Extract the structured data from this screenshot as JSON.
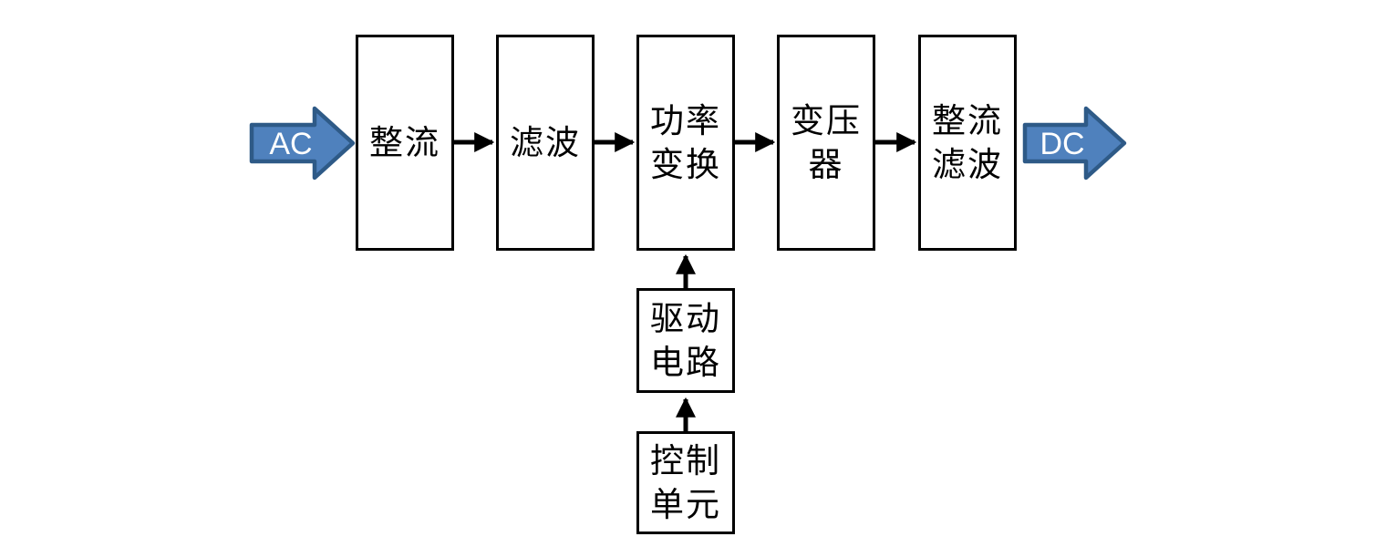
{
  "diagram": {
    "description": "Switching power supply block diagram: AC input through rectifier, filter, power conversion, transformer, rectifier-filter to DC output, with control unit driving the power stage",
    "input_label": "AC",
    "output_label": "DC",
    "colors": {
      "block_arrow_fill": "#4f81bd",
      "block_arrow_border": "#2e5a87",
      "box_border": "#000000",
      "box_fill": "#ffffff",
      "connector": "#000000",
      "background": "#ffffff"
    },
    "boxes": [
      {
        "id": "rectifier",
        "label": "整流"
      },
      {
        "id": "filter",
        "label": "滤波"
      },
      {
        "id": "power-conversion",
        "label": "功率\n变换"
      },
      {
        "id": "transformer",
        "label": "变压\n器"
      },
      {
        "id": "rectifier-filter",
        "label": "整流\n滤波"
      },
      {
        "id": "drive-circuit",
        "label": "驱动\n电路"
      },
      {
        "id": "control-unit",
        "label": "控制\n单元"
      }
    ],
    "flow": [
      "AC -> 整流 -> 滤波 -> 功率变换 -> 变压器 -> 整流滤波 -> DC",
      "控制单元 -> 驱动电路 -> 功率变换"
    ]
  }
}
